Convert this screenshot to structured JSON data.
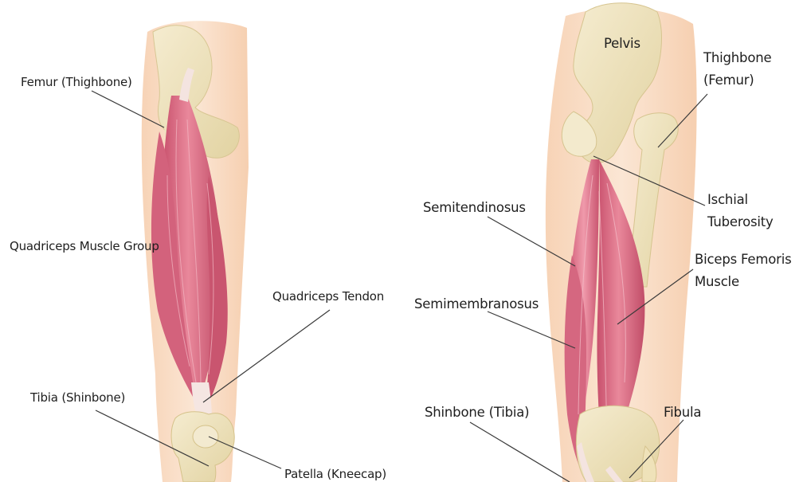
{
  "labels": {
    "femur": "Femur (Thighbone)",
    "quadriceps_group": "Quadriceps Muscle Group",
    "quadriceps_tendon": "Quadriceps Tendon",
    "tibia": "Tibia (Shinbone)",
    "patella": "Patella (Kneecap)",
    "pelvis": "Pelvis",
    "thighbone_line1": "Thighbone",
    "thighbone_line2": "(Femur)",
    "ischial_line1": "Ischial",
    "ischial_line2": "Tuberosity",
    "semitendinosus": "Semitendinosus",
    "biceps_line1": "Biceps Femoris",
    "biceps_line2": "Muscle",
    "semimembranosus": "Semimembranosus",
    "shinbone": "Shinbone (Tibia)",
    "fibula": "Fibula"
  },
  "colors": {
    "skin": "#f9dcc4",
    "bone": "#ede0b6",
    "muscle": "#dc6d85",
    "muscle_dark": "#b94864",
    "tendon": "#f4e4e0",
    "leader_line": "#3a3a3a"
  }
}
